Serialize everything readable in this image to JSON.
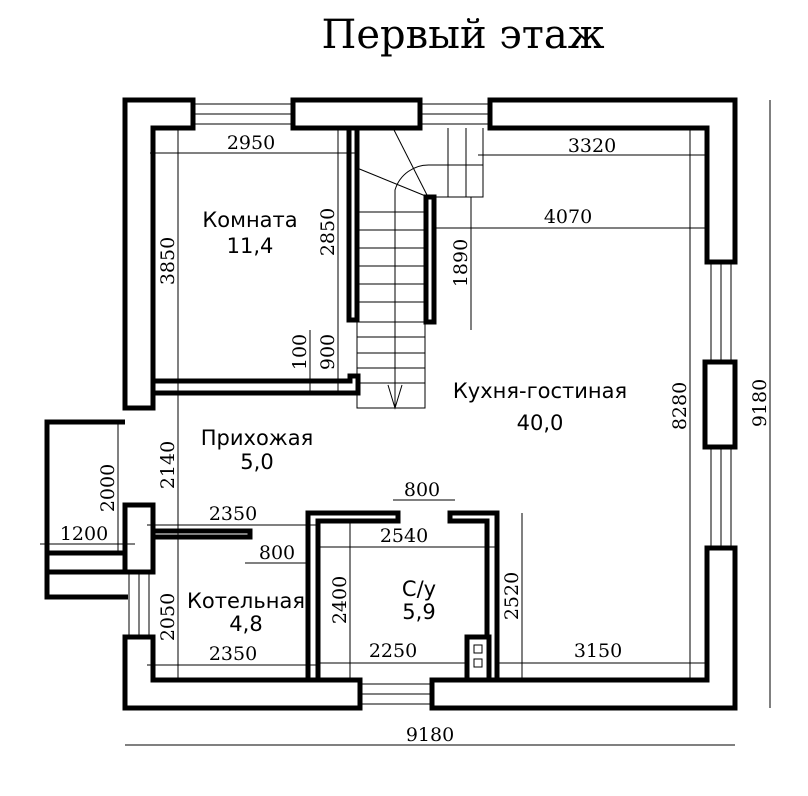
{
  "title": "Первый этаж",
  "rooms": {
    "komnata": {
      "name": "Комната",
      "area": "11,4"
    },
    "kitchen": {
      "name": "Кухня-гостиная",
      "area": "40,0"
    },
    "hall": {
      "name": "Прихожая",
      "area": "5,0"
    },
    "boiler": {
      "name": "Котельная",
      "area": "4,8"
    },
    "bath": {
      "name": "С/у",
      "area": "5,9"
    }
  },
  "dims": {
    "d2950": "2950",
    "d3320": "3320",
    "d4070": "4070",
    "d3850": "3850",
    "d2850": "2850",
    "d1890": "1890",
    "d100": "100",
    "d900": "900",
    "d8280": "8280",
    "d9180_right": "9180",
    "d2140": "2140",
    "d2000": "2000",
    "d1200": "1200",
    "d2350_top": "2350",
    "d800_door": "800",
    "d800_bath": "800",
    "d2540": "2540",
    "d2400": "2400",
    "d2520": "2520",
    "d2050": "2050",
    "d2350_bottom": "2350",
    "d2250": "2250",
    "d3150": "3150",
    "d9180_bottom": "9180"
  }
}
